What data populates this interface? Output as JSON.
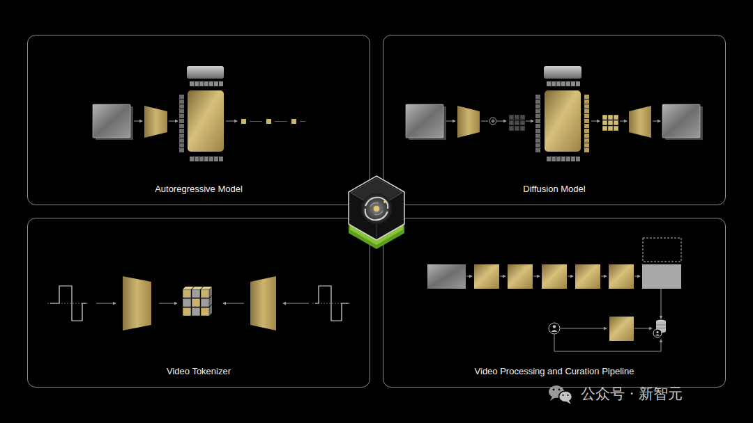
{
  "diagram": {
    "nodes": [
      {
        "text": [
          "Autoregressive Model"
        ]
      },
      {
        "text": [
          "Diffusion Model"
        ]
      },
      {
        "text": [
          "Video Tokenizer"
        ]
      },
      {
        "text": [
          "Video Processing and Curation Pipeline"
        ]
      }
    ],
    "labels": [
      "公众号 · 新智元"
    ]
  }
}
